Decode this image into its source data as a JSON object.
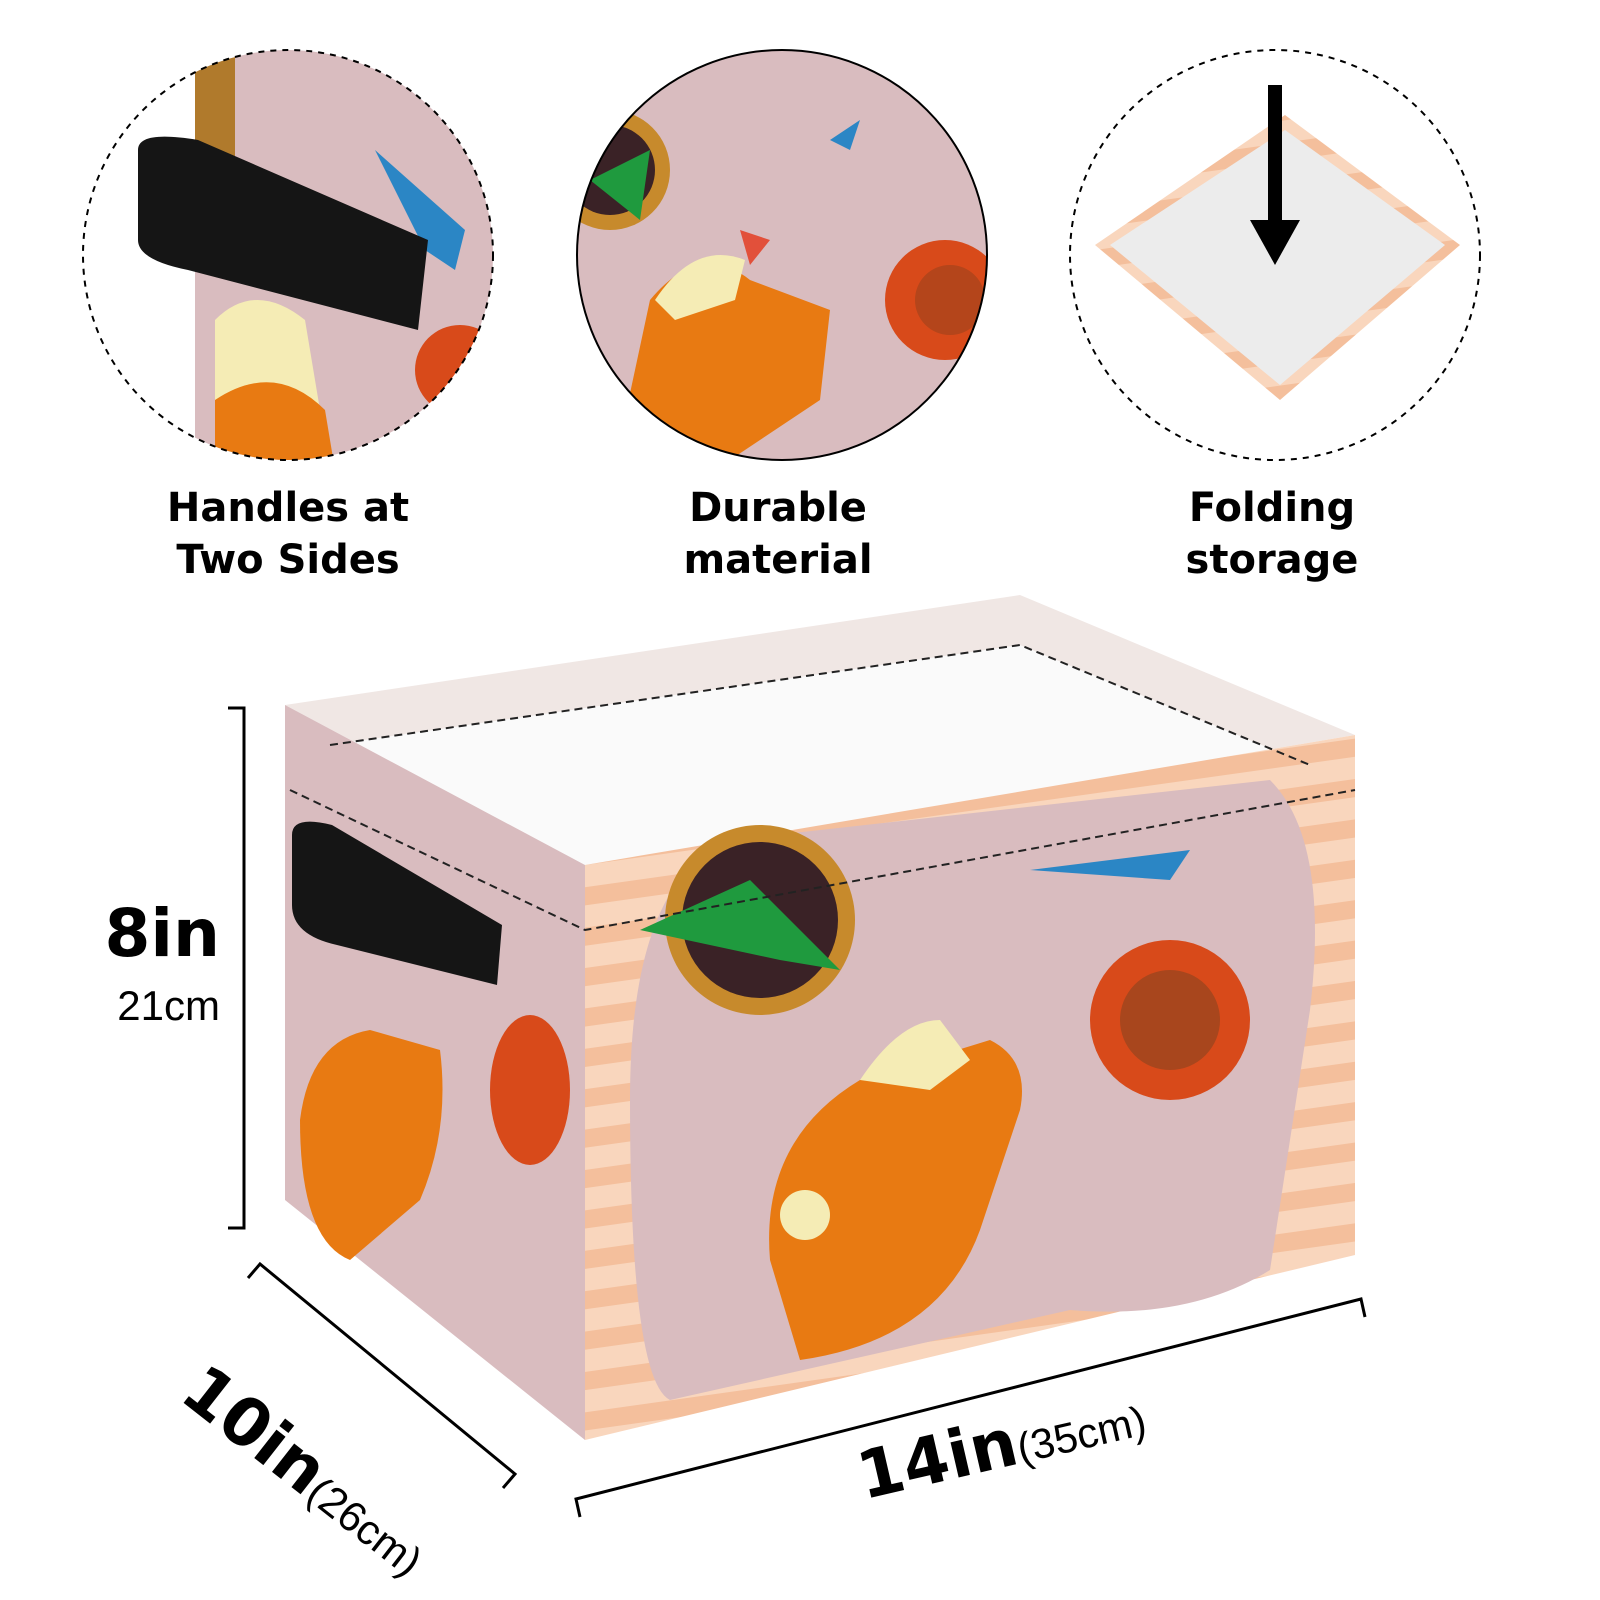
{
  "features": [
    {
      "line1": "Handles at",
      "line2": "Two Sides",
      "icon": "handle-closeup"
    },
    {
      "line1": "Durable",
      "line2": "material",
      "icon": "fabric-closeup"
    },
    {
      "line1": "Folding",
      "line2": "storage",
      "icon": "folding-closeup"
    }
  ],
  "dimensions": {
    "height_in": "8in",
    "height_cm": "21cm",
    "depth_in": "10in",
    "depth_cm": "(26cm)",
    "width_in": "14in",
    "width_cm": "(35cm)"
  },
  "colors": {
    "fabric": "#d9bcbf",
    "stripe": "#f7c9a8",
    "cat": "#e87a12",
    "bowl": "#d84a1a",
    "handle": "#111111"
  }
}
